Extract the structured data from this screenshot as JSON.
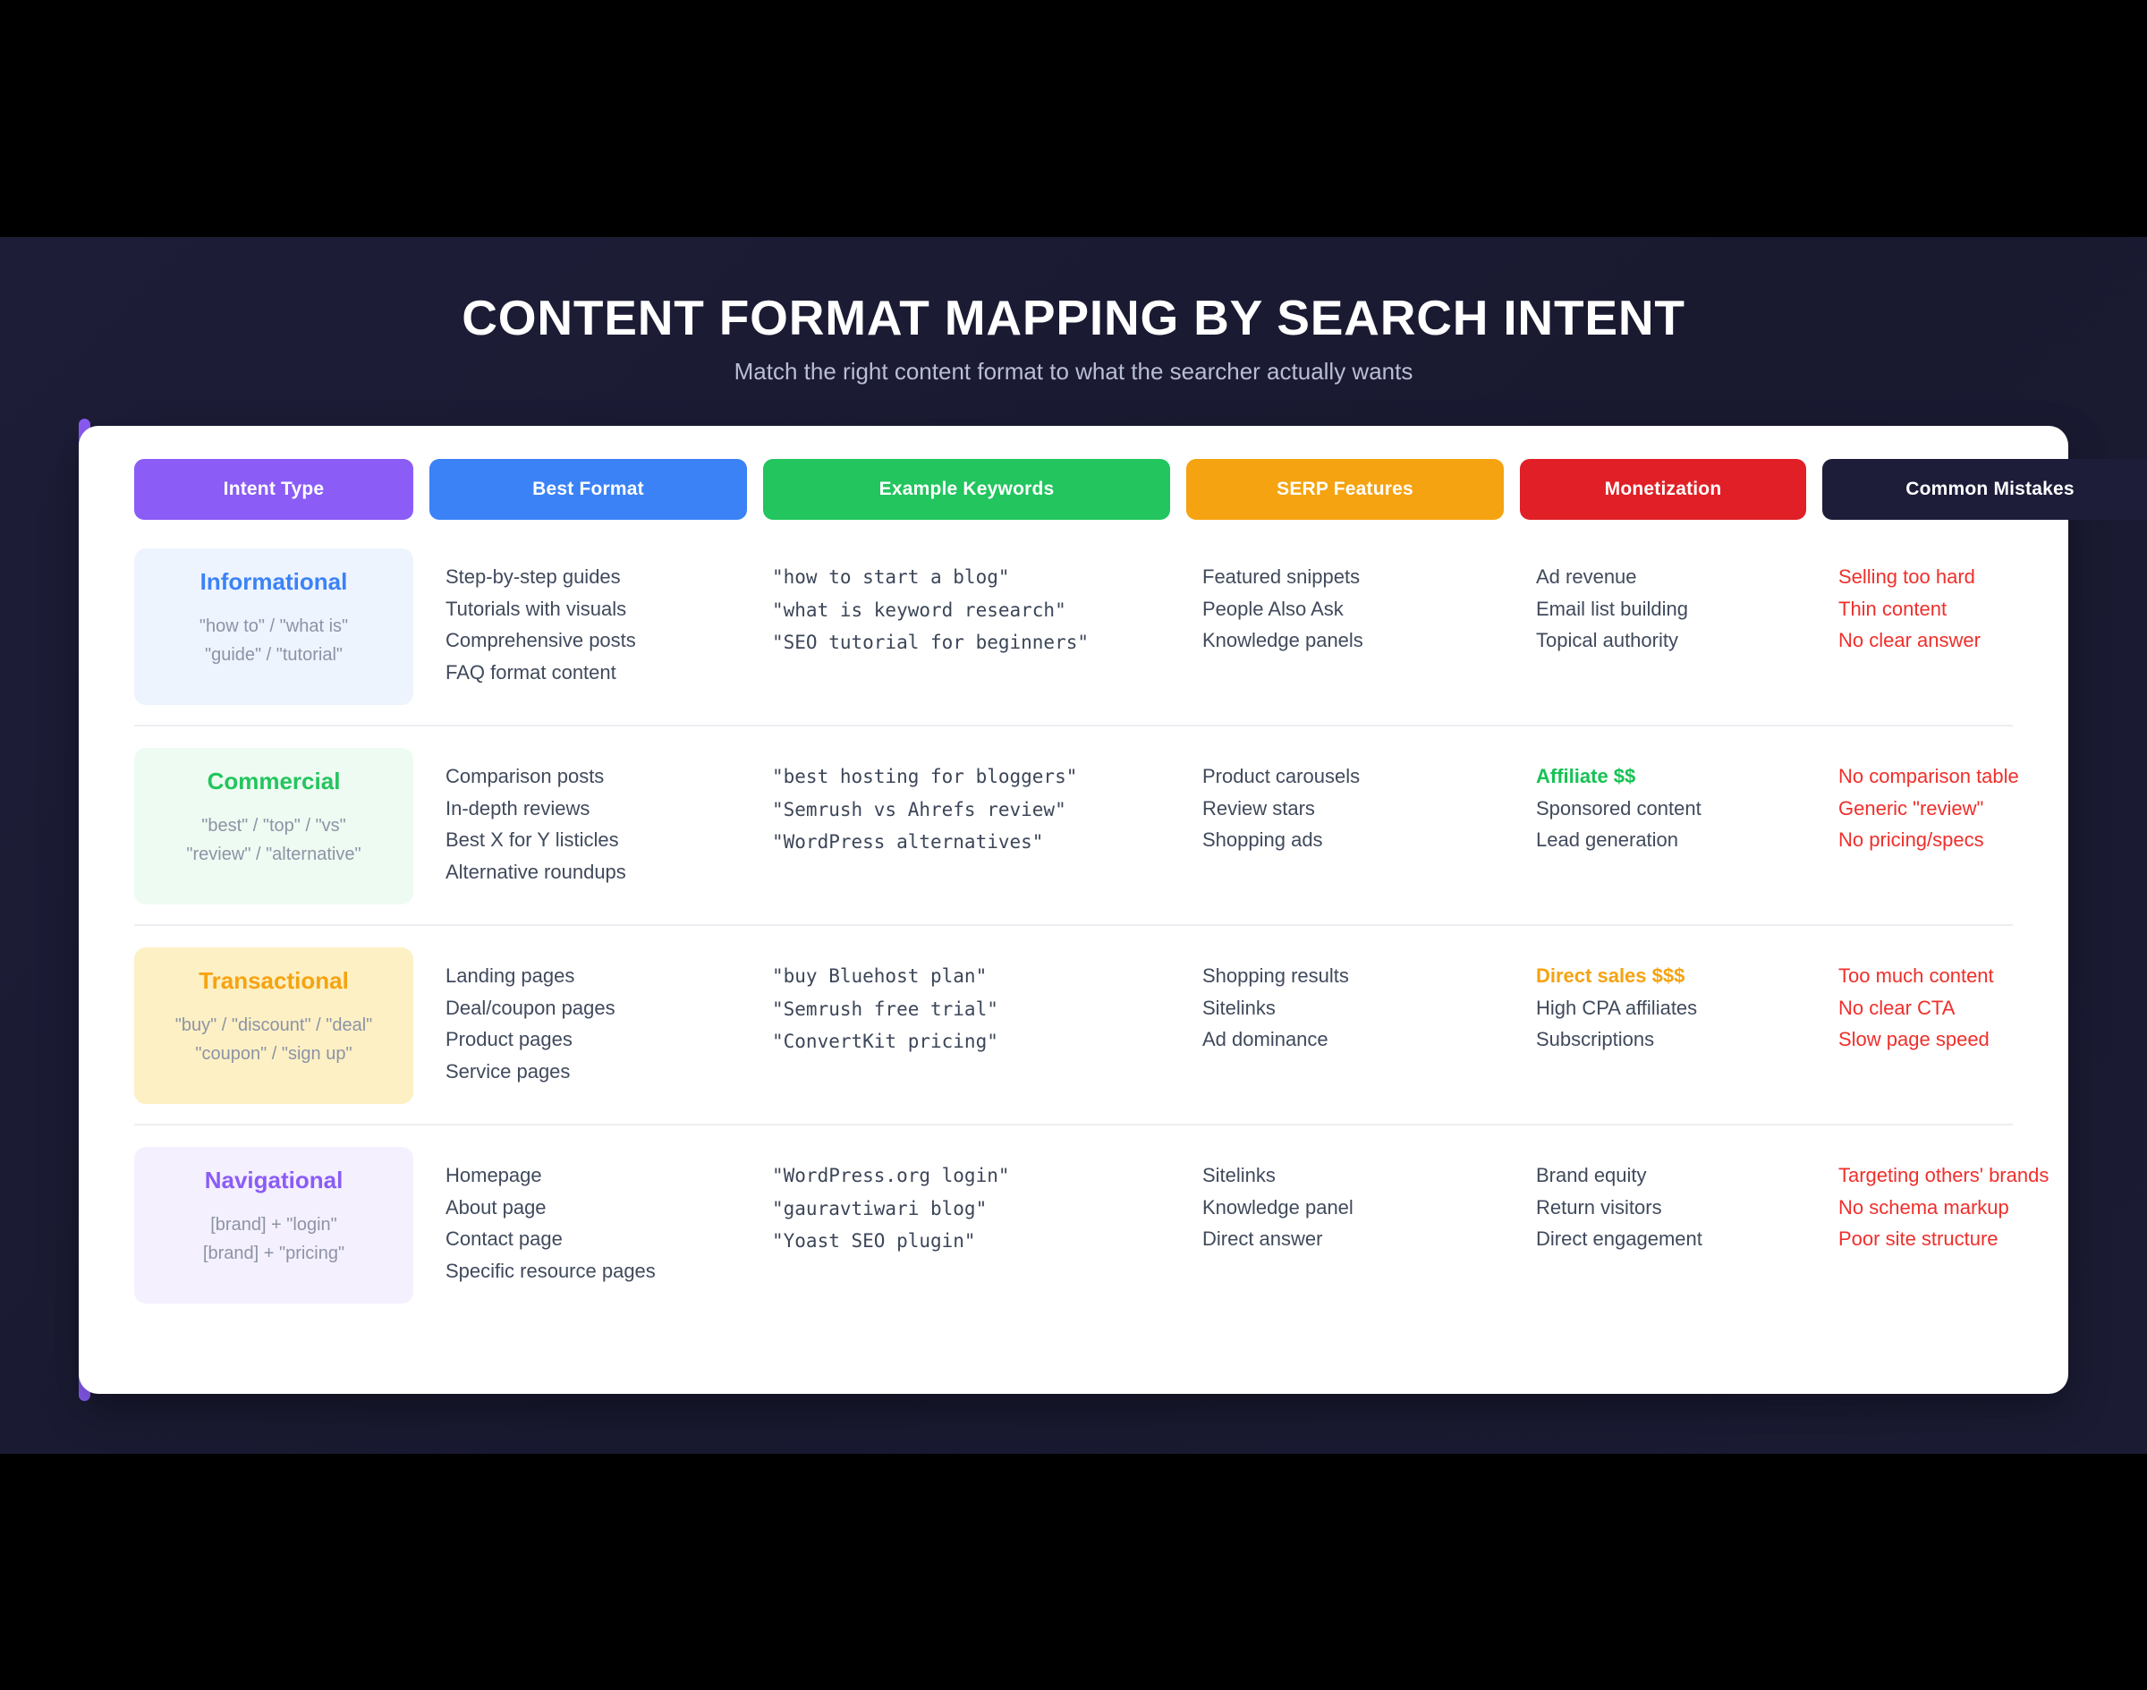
{
  "header": {
    "title": "CONTENT FORMAT MAPPING BY SEARCH INTENT",
    "subtitle": "Match the right content format to what the searcher actually wants"
  },
  "colors": {
    "intent_type": "#8b5cf6",
    "best_format": "#3b82f6",
    "example_keywords": "#22c55e",
    "serp_features": "#f5a310",
    "monetization": "#e02026",
    "common_mistakes": "#1d1d3a",
    "mistake_text": "#ef2f2b",
    "slide_background": "#1b1b34",
    "card_accent": "#8b5cf6"
  },
  "table": {
    "columns": [
      "Intent Type",
      "Best Format",
      "Example Keywords",
      "SERP Features",
      "Monetization",
      "Common Mistakes"
    ],
    "rows": [
      {
        "intent": "Informational",
        "intent_examples": "\"how to\" / \"what is\"\n\"guide\" / \"tutorial\"",
        "intent_examples_lines": [
          "\"how to\" / \"what is\"",
          "\"guide\" / \"tutorial\""
        ],
        "best_format": [
          "Step-by-step guides",
          "Tutorials with visuals",
          "Comprehensive posts",
          "FAQ format content"
        ],
        "keywords": [
          "\"how to start a blog\"",
          "\"what is keyword research\"",
          "\"SEO tutorial for beginners\""
        ],
        "serp_features": [
          "Featured snippets",
          "People Also Ask",
          "Knowledge panels"
        ],
        "monetization": [
          "Ad revenue",
          "Email list building",
          "Topical authority"
        ],
        "monetization_highlight": null,
        "mistakes": [
          "Selling too hard",
          "Thin content",
          "No clear answer"
        ]
      },
      {
        "intent": "Commercial",
        "intent_examples": "\"best\" / \"top\" / \"vs\"\n\"review\" / \"alternative\"",
        "intent_examples_lines": [
          "\"best\" / \"top\" / \"vs\"",
          "\"review\" / \"alternative\""
        ],
        "best_format": [
          "Comparison posts",
          "In-depth reviews",
          "Best X for Y listicles",
          "Alternative roundups"
        ],
        "keywords": [
          "\"best hosting for bloggers\"",
          "\"Semrush vs Ahrefs review\"",
          "\"WordPress alternatives\""
        ],
        "serp_features": [
          "Product carousels",
          "Review stars",
          "Shopping ads"
        ],
        "monetization": [
          "Affiliate $$",
          "Sponsored content",
          "Lead generation"
        ],
        "monetization_highlight": "green",
        "mistakes": [
          "No comparison table",
          "Generic \"review\"",
          "No pricing/specs"
        ]
      },
      {
        "intent": "Transactional",
        "intent_examples": "\"buy\" / \"discount\" / \"deal\"\n\"coupon\" / \"sign up\"",
        "intent_examples_lines": [
          "\"buy\" / \"discount\" / \"deal\"",
          "\"coupon\" / \"sign up\""
        ],
        "best_format": [
          "Landing pages",
          "Deal/coupon pages",
          "Product pages",
          "Service pages"
        ],
        "keywords": [
          "\"buy Bluehost plan\"",
          "\"Semrush free trial\"",
          "\"ConvertKit pricing\""
        ],
        "serp_features": [
          "Shopping results",
          "Sitelinks",
          "Ad dominance"
        ],
        "monetization": [
          "Direct sales $$$",
          "High CPA affiliates",
          "Subscriptions"
        ],
        "monetization_highlight": "orange",
        "mistakes": [
          "Too much content",
          "No clear CTA",
          "Slow page speed"
        ]
      },
      {
        "intent": "Navigational",
        "intent_examples": "[brand] + \"login\"\n[brand] + \"pricing\"",
        "intent_examples_lines": [
          "[brand] + \"login\"",
          "[brand] + \"pricing\""
        ],
        "best_format": [
          "Homepage",
          "About page",
          "Contact page",
          "Specific resource pages"
        ],
        "keywords": [
          "\"WordPress.org login\"",
          "\"gauravtiwari blog\"",
          "\"Yoast SEO plugin\""
        ],
        "serp_features": [
          "Sitelinks",
          "Knowledge panel",
          "Direct answer"
        ],
        "monetization": [
          "Brand equity",
          "Return visitors",
          "Direct engagement"
        ],
        "monetization_highlight": null,
        "mistakes": [
          "Targeting others' brands",
          "No schema markup",
          "Poor site structure"
        ]
      }
    ]
  }
}
